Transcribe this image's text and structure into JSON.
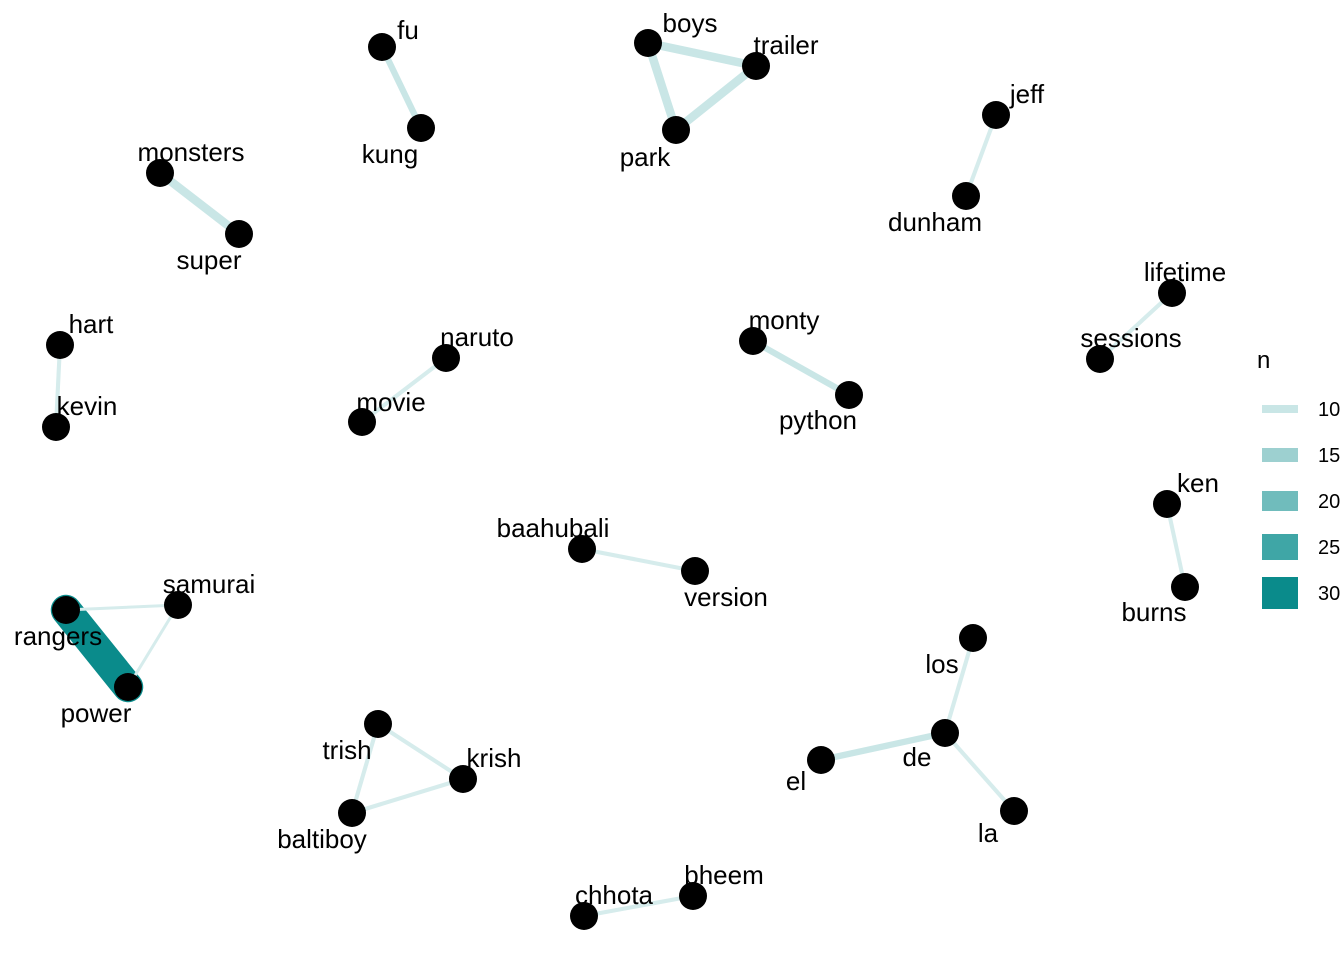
{
  "legend": {
    "title": "n",
    "entries": [
      {
        "label": "10",
        "value": 10,
        "color": "#c9e6e6"
      },
      {
        "label": "15",
        "value": 15,
        "color": "#9dd0d0"
      },
      {
        "label": "20",
        "value": 20,
        "color": "#70bcbc"
      },
      {
        "label": "25",
        "value": 25,
        "color": "#3fa6a6"
      },
      {
        "label": "30",
        "value": 30,
        "color": "#0a8b8b"
      }
    ]
  },
  "nodes": [
    {
      "id": "fu",
      "label": "fu"
    },
    {
      "id": "kung",
      "label": "kung"
    },
    {
      "id": "boys",
      "label": "boys"
    },
    {
      "id": "trailer",
      "label": "trailer"
    },
    {
      "id": "park",
      "label": "park"
    },
    {
      "id": "jeff",
      "label": "jeff"
    },
    {
      "id": "dunham",
      "label": "dunham"
    },
    {
      "id": "monsters",
      "label": "monsters"
    },
    {
      "id": "super",
      "label": "super"
    },
    {
      "id": "lifetime",
      "label": "lifetime"
    },
    {
      "id": "sessions",
      "label": "sessions"
    },
    {
      "id": "hart",
      "label": "hart"
    },
    {
      "id": "kevin",
      "label": "kevin"
    },
    {
      "id": "naruto",
      "label": "naruto"
    },
    {
      "id": "movie",
      "label": "movie"
    },
    {
      "id": "monty",
      "label": "monty"
    },
    {
      "id": "python",
      "label": "python"
    },
    {
      "id": "ken",
      "label": "ken"
    },
    {
      "id": "burns",
      "label": "burns"
    },
    {
      "id": "baahubali",
      "label": "baahubali"
    },
    {
      "id": "version",
      "label": "version"
    },
    {
      "id": "samurai",
      "label": "samurai"
    },
    {
      "id": "rangers",
      "label": "rangers"
    },
    {
      "id": "power",
      "label": "power"
    },
    {
      "id": "los",
      "label": "los"
    },
    {
      "id": "de",
      "label": "de"
    },
    {
      "id": "el",
      "label": "el"
    },
    {
      "id": "la",
      "label": "la"
    },
    {
      "id": "trish",
      "label": "trish"
    },
    {
      "id": "krish",
      "label": "krish"
    },
    {
      "id": "baltiboy",
      "label": "baltiboy"
    },
    {
      "id": "chhota",
      "label": "chhota"
    },
    {
      "id": "bheem",
      "label": "bheem"
    }
  ],
  "edges": [
    {
      "source": "fu",
      "target": "kung",
      "n": 10
    },
    {
      "source": "boys",
      "target": "trailer",
      "n": 12
    },
    {
      "source": "boys",
      "target": "park",
      "n": 12
    },
    {
      "source": "trailer",
      "target": "park",
      "n": 12
    },
    {
      "source": "jeff",
      "target": "dunham",
      "n": 8
    },
    {
      "source": "monsters",
      "target": "super",
      "n": 12
    },
    {
      "source": "lifetime",
      "target": "sessions",
      "n": 8
    },
    {
      "source": "hart",
      "target": "kevin",
      "n": 8
    },
    {
      "source": "naruto",
      "target": "movie",
      "n": 8
    },
    {
      "source": "monty",
      "target": "python",
      "n": 10
    },
    {
      "source": "ken",
      "target": "burns",
      "n": 8
    },
    {
      "source": "baahubali",
      "target": "version",
      "n": 8
    },
    {
      "source": "rangers",
      "target": "power",
      "n": 32
    },
    {
      "source": "rangers",
      "target": "samurai",
      "n": 7
    },
    {
      "source": "samurai",
      "target": "power",
      "n": 7
    },
    {
      "source": "los",
      "target": "de",
      "n": 8
    },
    {
      "source": "de",
      "target": "el",
      "n": 10
    },
    {
      "source": "de",
      "target": "la",
      "n": 8
    },
    {
      "source": "trish",
      "target": "krish",
      "n": 8
    },
    {
      "source": "trish",
      "target": "baltiboy",
      "n": 8
    },
    {
      "source": "krish",
      "target": "baltiboy",
      "n": 8
    },
    {
      "source": "chhota",
      "target": "bheem",
      "n": 8
    }
  ]
}
